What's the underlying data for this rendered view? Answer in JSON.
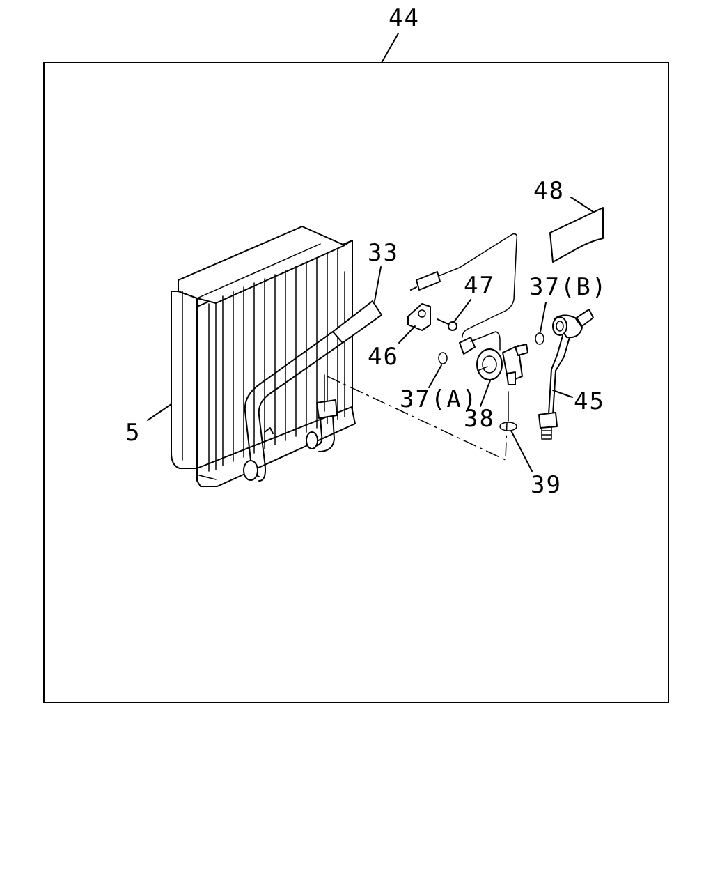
{
  "diagram": {
    "callouts": {
      "c44": "44",
      "c48": "48",
      "c33": "33",
      "c47": "47",
      "c37b": "37(B)",
      "c46": "46",
      "c5": "5",
      "c37a": "37(A)",
      "c38": "38",
      "c45": "45",
      "c39": "39"
    }
  }
}
